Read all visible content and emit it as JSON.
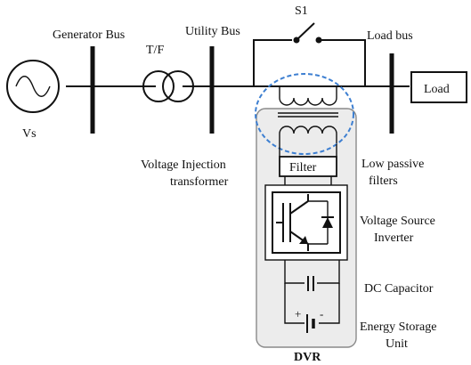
{
  "labels": {
    "generator_bus": "Generator Bus",
    "transformer": "T/F",
    "utility_bus": "Utility Bus",
    "switch": "S1",
    "load_bus": "Load bus",
    "load": "Load",
    "source": "Vs",
    "injection_line1": "Voltage Injection",
    "injection_line2": "transformer",
    "filter_box": "Filter",
    "filters_line1": "Low passive",
    "filters_line2": "filters",
    "vsi_line1": "Voltage Source",
    "vsi_line2": "Inverter",
    "dc_capacitor": "DC Capacitor",
    "storage_line1": "Energy Storage",
    "storage_line2": "Unit",
    "dvr": "DVR",
    "plus": "+",
    "minus": "-"
  },
  "colors": {
    "line": "#111111",
    "dvr_panel_fill": "#ececec",
    "dvr_panel_stroke": "#8a8a8a",
    "highlight_ellipse": "#3d7fd1",
    "background": "#ffffff"
  }
}
